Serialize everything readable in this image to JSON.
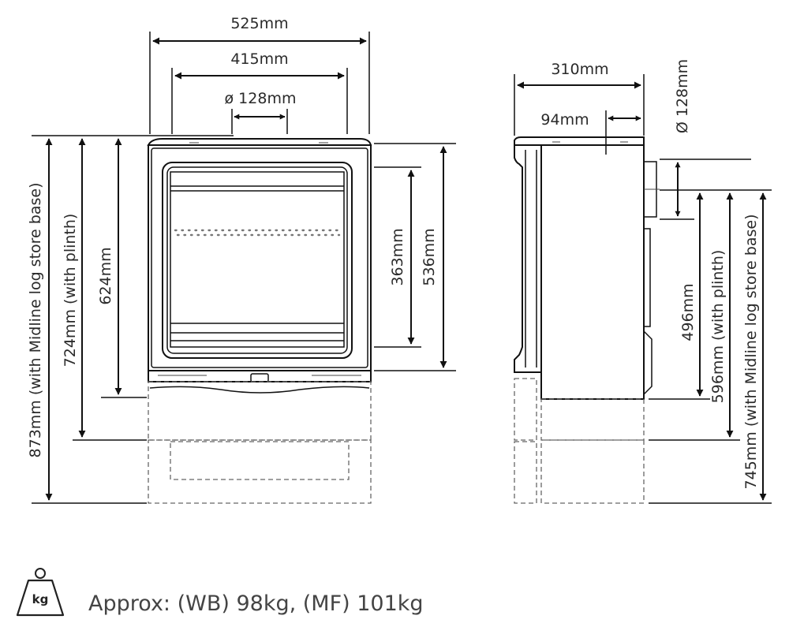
{
  "front_view": {
    "width_overall": "525mm",
    "width_body": "415mm",
    "flue_diameter": "ø 128mm",
    "height_stove": "624mm",
    "height_plinth": "724mm (with plinth)",
    "height_logstore": "873mm (with Midline log store base)",
    "window_height": "363mm",
    "body_height": "536mm"
  },
  "side_view": {
    "depth": "310mm",
    "flue_offset": "94mm",
    "flue_diameter": "Ø 128mm",
    "flue_centre_height": "496mm",
    "flue_centre_plinth": "596mm (with plinth)",
    "flue_centre_logstore": "745mm (with Midline log store base)"
  },
  "weight": {
    "icon_label": "kg",
    "text": "Approx: (WB) 98kg, (MF) 101kg"
  }
}
